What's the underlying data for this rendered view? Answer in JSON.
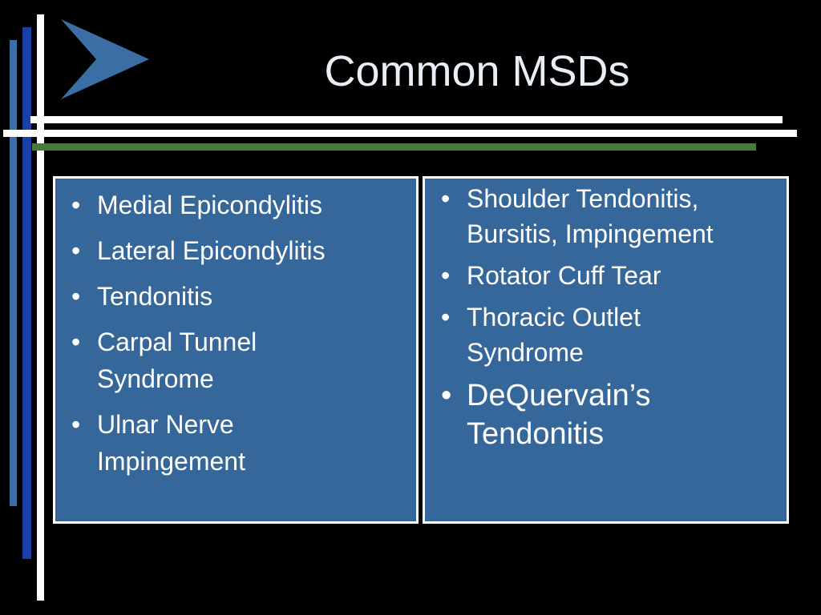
{
  "slide": {
    "title": "Common MSDs",
    "left_column": [
      "Medial Epicondylitis",
      "Lateral Epicondylitis",
      "Tendonitis",
      "Carpal Tunnel Syndrome",
      "Ulnar Nerve Impingement"
    ],
    "right_column": [
      "Shoulder Tendonitis, Bursitis, Impingement",
      "Rotator Cuff Tear",
      "Thoracic Outlet Syndrome",
      "DeQuervain’s Tendonitis"
    ],
    "bullet_char": "•"
  },
  "colors": {
    "background": "#000000",
    "panel": "#36679a",
    "panel_border": "#ffffff",
    "text": "#ffffff",
    "accent_blue": "#3a6ea5",
    "accent_navy": "#1b3fa8",
    "accent_green": "#4a7a3a"
  },
  "icons": {
    "logo": "chevron-right-icon"
  }
}
